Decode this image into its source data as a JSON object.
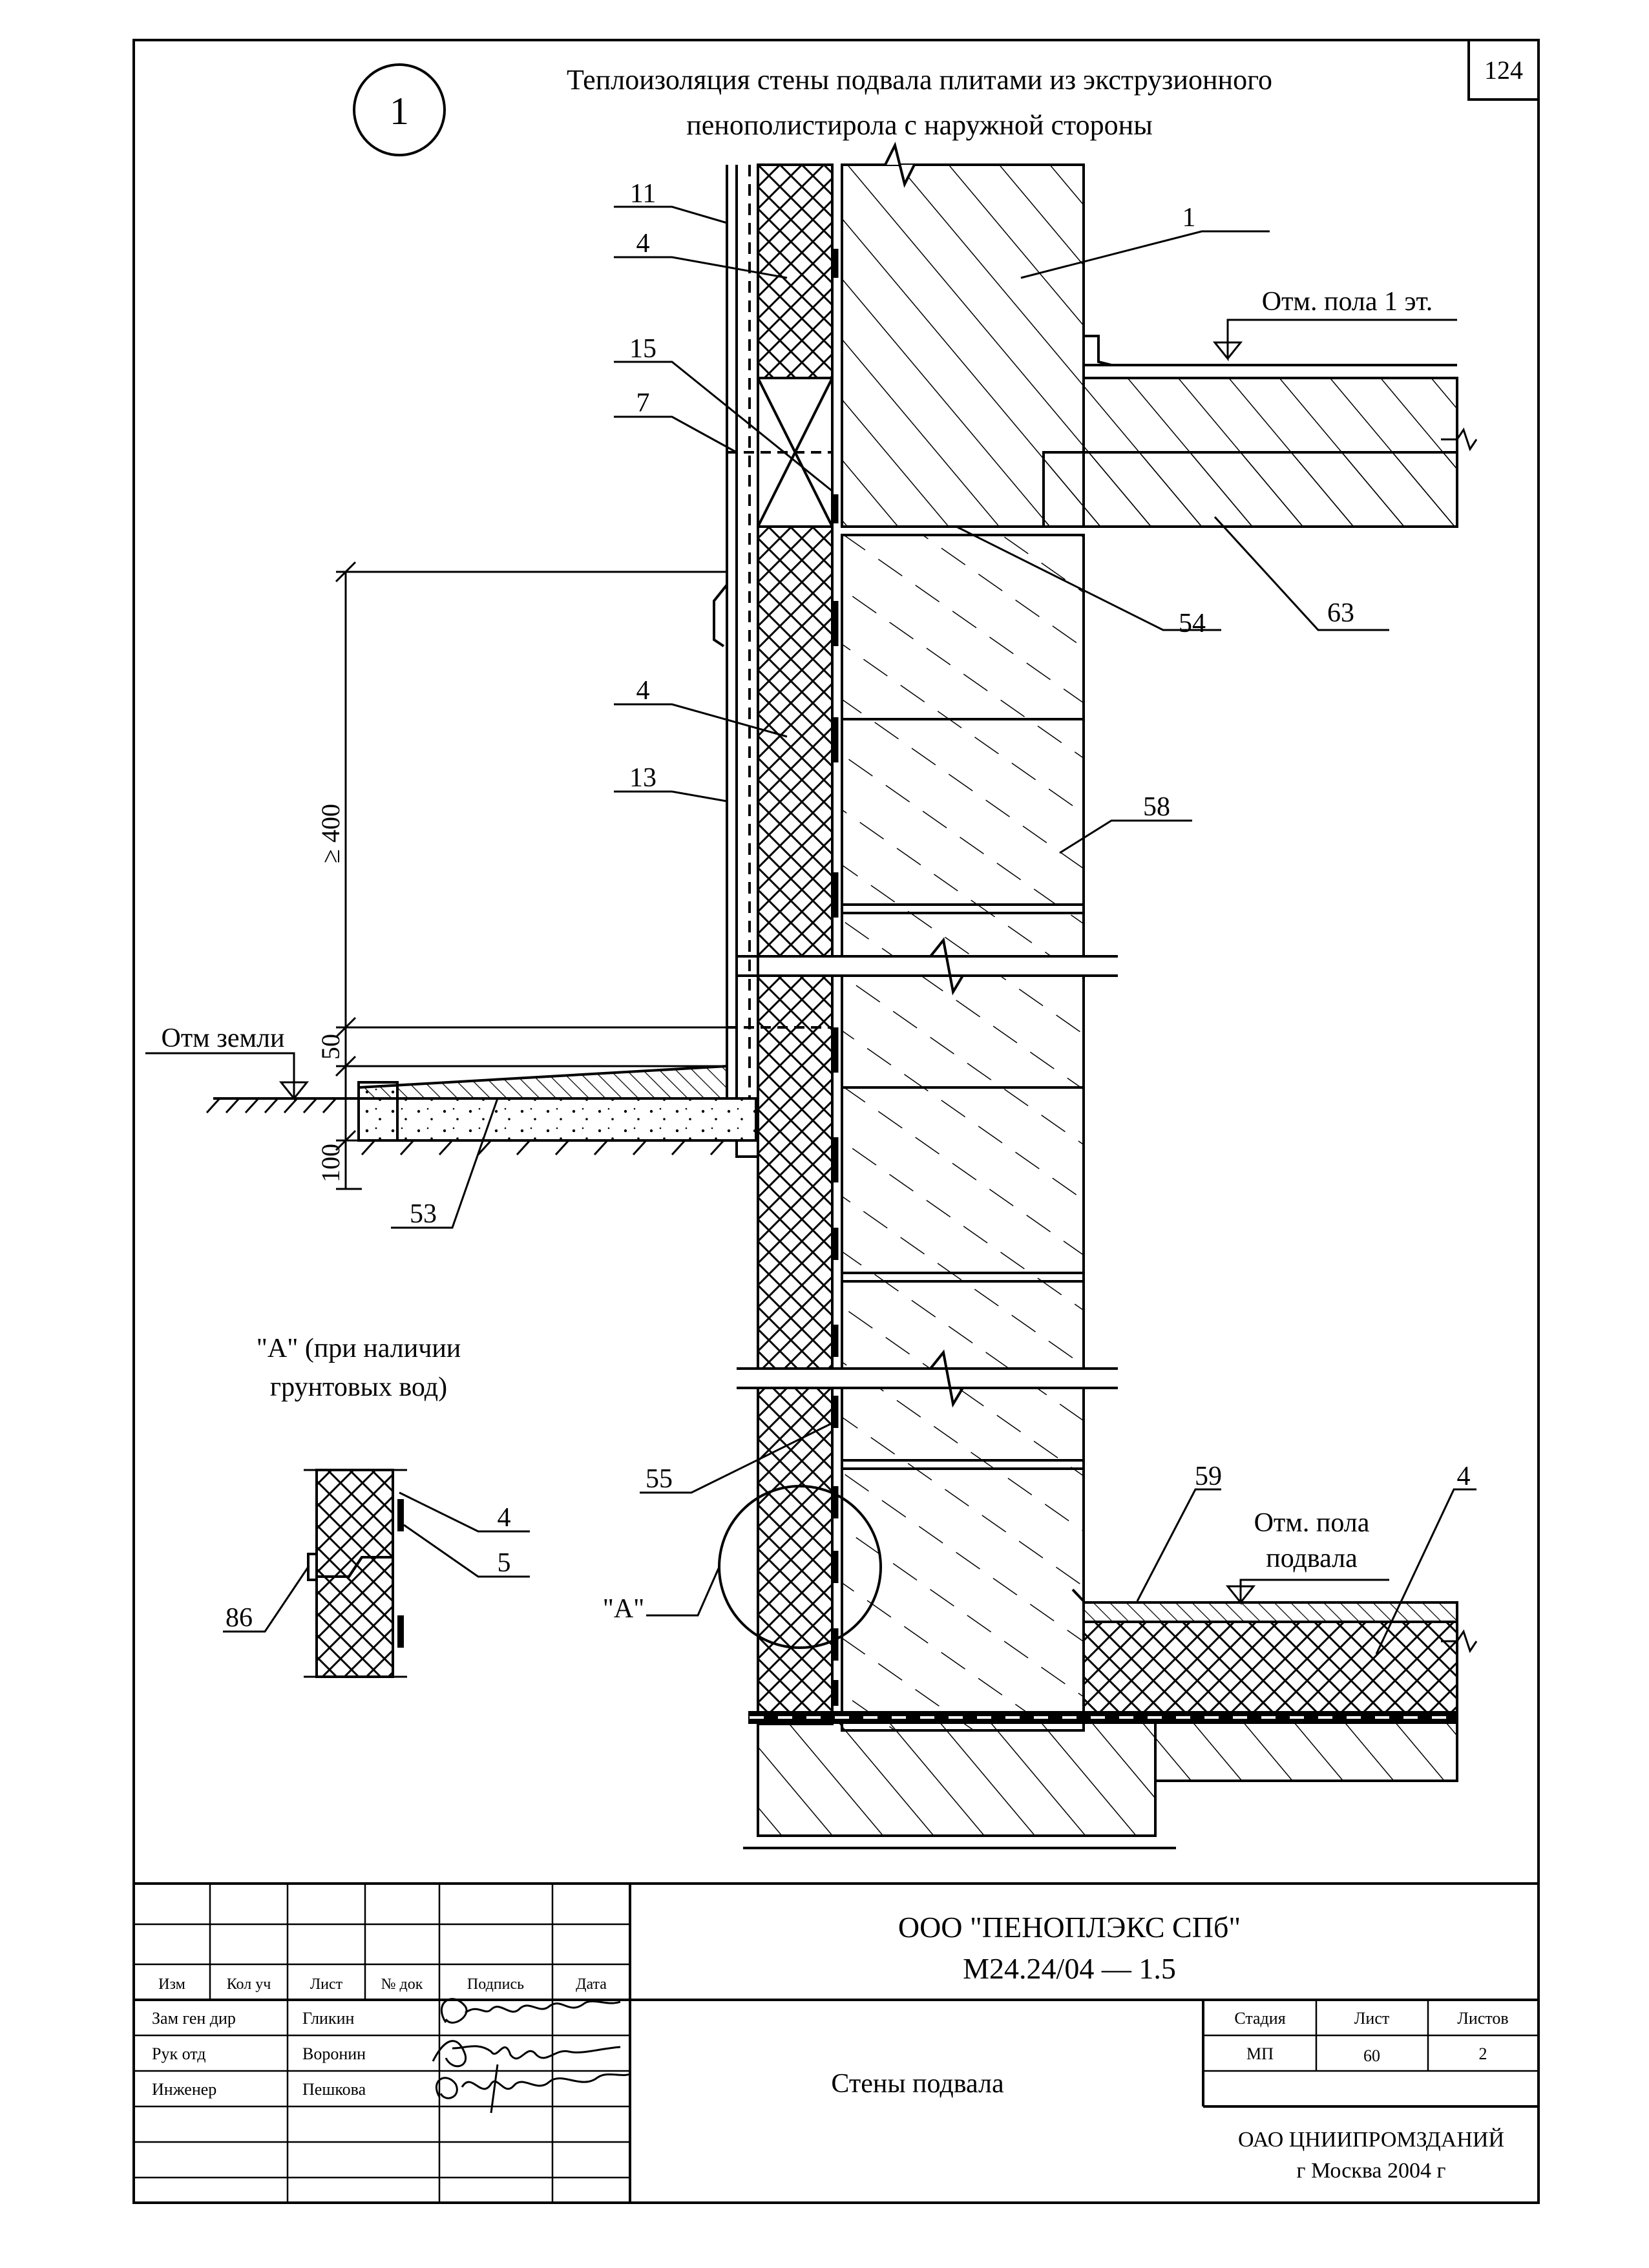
{
  "sheet_number": "124",
  "detail": {
    "number": "1",
    "title_line1": "Теплоизоляция стены подвала плитами из экструзионного",
    "title_line2": "пенополистирола с наружной стороны"
  },
  "callouts": {
    "c11": "11",
    "c4a": "4",
    "c15": "15",
    "c7": "7",
    "c1": "1",
    "c63": "63",
    "c54": "54",
    "c4b": "4",
    "c13": "13",
    "c58": "58",
    "c53": "53",
    "c55": "55",
    "c59": "59",
    "c4c": "4",
    "cA": "\"А\"",
    "c4d": "4",
    "c5": "5",
    "c86": "86"
  },
  "levels": {
    "floor1": "Отм. пола 1 эт.",
    "ground": "Отм земли",
    "basement_line1": "Отм. пола",
    "basement_line2": "подвала"
  },
  "dimensions": {
    "d400": "≥ 400",
    "d50": "50",
    "d100": "100"
  },
  "inset": {
    "title_line1": "\"А\" (при наличии",
    "title_line2": "грунтовых вод)"
  },
  "title_block": {
    "org": "ООО \"ПЕНОПЛЭКС СПб\"",
    "code": "М24.24/04  — 1.5",
    "headers": {
      "izm": "Изм",
      "kolu": "Кол уч",
      "list": "Лист",
      "ndok": "№ док",
      "podpis": "Подпись",
      "data": "Дата"
    },
    "rows": [
      {
        "role": "Зам ген дир",
        "name": "Гликин"
      },
      {
        "role": "Рук отд",
        "name": "Воронин"
      },
      {
        "role": "Инженер",
        "name": "Пешкова"
      }
    ],
    "document_name": "Стены подвала",
    "stage_header": "Стадия",
    "sheet_header": "Лист",
    "sheets_header": "Листов",
    "stage": "МП",
    "sheet": "60",
    "sheets": "2",
    "author_org": "ОАО ЦНИИПРОМЗДАНИЙ",
    "author_city": "г  Москва 2004 г"
  }
}
